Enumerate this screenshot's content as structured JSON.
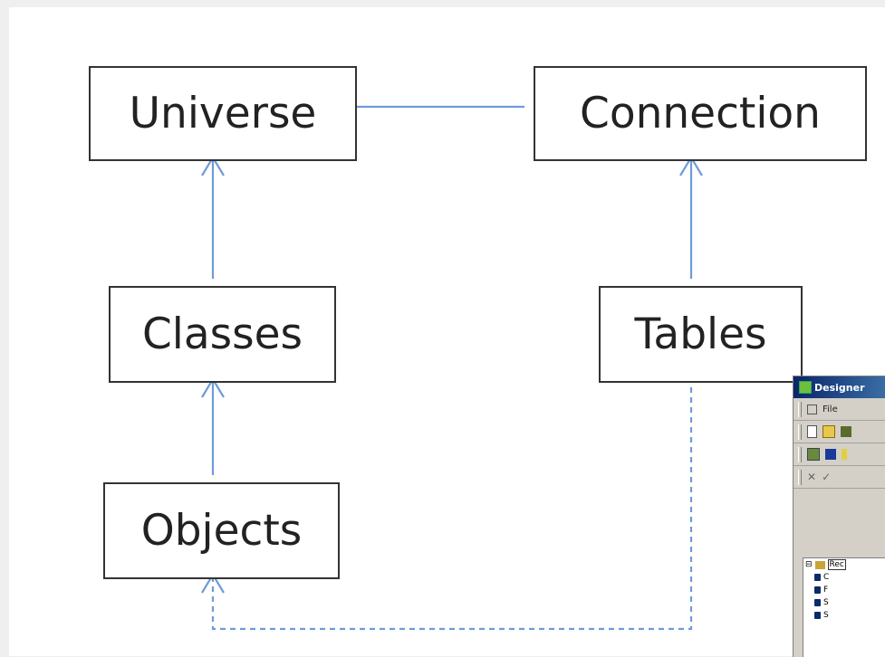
{
  "diagram": {
    "nodes": {
      "universe": "Universe",
      "connection": "Connection",
      "classes": "Classes",
      "tables": "Tables",
      "objects": "Objects"
    },
    "edge_color": "#6f9bd8",
    "edges": [
      {
        "from": "universe",
        "to": "connection",
        "style": "solid",
        "arrow": "none"
      },
      {
        "from": "tables",
        "to": "connection",
        "style": "solid",
        "arrow": "to"
      },
      {
        "from": "classes",
        "to": "universe",
        "style": "solid",
        "arrow": "to"
      },
      {
        "from": "objects",
        "to": "classes",
        "style": "solid",
        "arrow": "to"
      },
      {
        "from": "tables",
        "to": "objects",
        "style": "dashed",
        "arrow": "to"
      }
    ]
  },
  "designer_window": {
    "title": "Designer",
    "menu_first": "File",
    "tree_root": "Rec",
    "tree_items": [
      "C",
      "F",
      "S",
      "S"
    ]
  }
}
